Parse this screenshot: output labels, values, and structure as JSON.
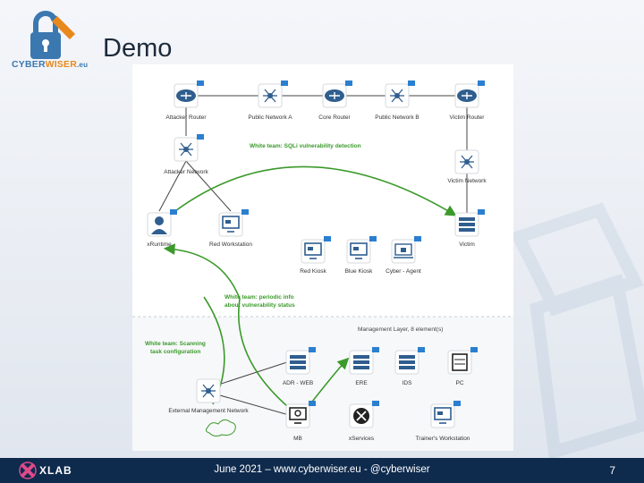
{
  "slide": {
    "title": "Demo",
    "logo_text_part1": "CYBER",
    "logo_text_part2": "WISER",
    "logo_text_part3": ".eu",
    "footer_text": "June 2021 – www.cyberwiser.eu - @cyberwiser",
    "page_number": "7",
    "footer_logo_text": "XLAB"
  },
  "colors": {
    "footer_bg": "#0e2a4d",
    "router_blue": "#2f5e8f",
    "network_node": "#2f5e8f",
    "annotation_green": "#3a9a2a",
    "brand_blue": "#3b78b0",
    "brand_orange": "#e8891b"
  },
  "diagram": {
    "nodes": [
      {
        "id": "attacker-router",
        "label": "Attacker Router",
        "icon": "router-icon"
      },
      {
        "id": "public-network-a",
        "label": "Public Network A",
        "icon": "network-hub-icon"
      },
      {
        "id": "core-router",
        "label": "Core Router",
        "icon": "router-icon"
      },
      {
        "id": "public-network-b",
        "label": "Public Network B",
        "icon": "network-hub-icon"
      },
      {
        "id": "victim-router",
        "label": "Victim Router",
        "icon": "router-icon"
      },
      {
        "id": "attacker-network",
        "label": "Attacker Network",
        "icon": "network-hub-icon"
      },
      {
        "id": "victim-network",
        "label": "Victim Network",
        "icon": "network-hub-icon"
      },
      {
        "id": "xruntime",
        "label": "xRuntime",
        "icon": "agent-person-icon"
      },
      {
        "id": "red-workstation",
        "label": "Red Workstation",
        "icon": "monitor-icon"
      },
      {
        "id": "victim",
        "label": "Victim",
        "icon": "server-icon"
      },
      {
        "id": "red-kiosk",
        "label": "Red Kiosk",
        "icon": "monitor-icon"
      },
      {
        "id": "blue-kiosk",
        "label": "Blue Kiosk",
        "icon": "monitor-icon"
      },
      {
        "id": "cyber-agent",
        "label": "Cyber - Agent",
        "icon": "laptop-lock-icon"
      },
      {
        "id": "adr-web",
        "label": "ADR - WEB",
        "icon": "server-icon"
      },
      {
        "id": "ere",
        "label": "ERE",
        "icon": "server-icon"
      },
      {
        "id": "ids",
        "label": "IDS",
        "icon": "server-icon"
      },
      {
        "id": "pc",
        "label": "PC",
        "icon": "computer-icon"
      },
      {
        "id": "external-management-network",
        "label": "External Management Network",
        "icon": "network-hub-icon"
      },
      {
        "id": "mb",
        "label": "MB",
        "icon": "gear-monitor-icon"
      },
      {
        "id": "xservices",
        "label": "xServices",
        "icon": "tools-icon"
      },
      {
        "id": "trainers-workstation",
        "label": "Trainer's Workstation",
        "icon": "monitor-icon"
      }
    ],
    "annotations": {
      "sqli": "White team: SQLi vulnerability detection",
      "periodic": "White team: periodic info about vulnerability status",
      "periodic_line1": "White team: periodic info",
      "periodic_line2": "about vulnerability status",
      "scanning_line1": "White team: Scanning",
      "scanning_line2": "task configuration"
    },
    "management_layer_label": "Management Layer, 8 element(s)"
  }
}
